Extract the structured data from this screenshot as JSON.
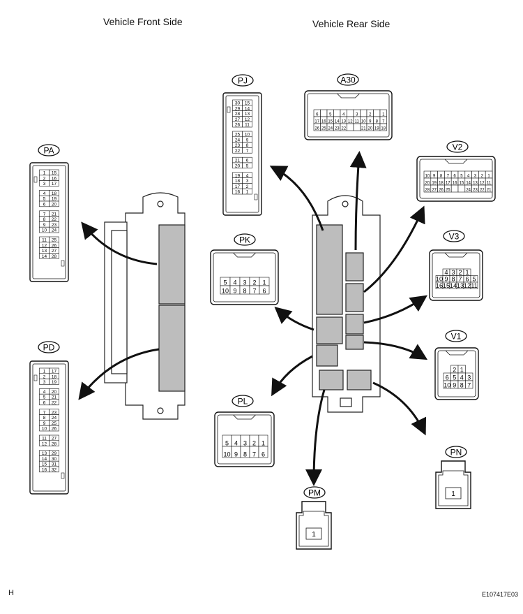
{
  "headings": {
    "front": "Vehicle Front Side",
    "rear": "Vehicle Rear Side"
  },
  "footer": {
    "left": "H",
    "right": "E107417E03"
  },
  "connectors": {
    "PA": {
      "label": "PA",
      "rows": [
        [
          "1",
          "15"
        ],
        [
          "2",
          "16"
        ],
        [
          "3",
          "17"
        ],
        [
          "4",
          "18"
        ],
        [
          "5",
          "19"
        ],
        [
          "6",
          "20"
        ],
        [
          "7",
          "21"
        ],
        [
          "8",
          "22"
        ],
        [
          "9",
          "23"
        ],
        [
          "10",
          "24"
        ],
        [
          "11",
          "25"
        ],
        [
          "12",
          "26"
        ],
        [
          "13",
          "27"
        ],
        [
          "14",
          "28"
        ]
      ]
    },
    "PD": {
      "label": "PD",
      "rows": [
        [
          "1",
          "17"
        ],
        [
          "2",
          "18"
        ],
        [
          "3",
          "19"
        ],
        [
          "4",
          "20"
        ],
        [
          "5",
          "21"
        ],
        [
          "6",
          "22"
        ],
        [
          "7",
          "23"
        ],
        [
          "8",
          "24"
        ],
        [
          "9",
          "25"
        ],
        [
          "10",
          "26"
        ],
        [
          "11",
          "27"
        ],
        [
          "12",
          "28"
        ],
        [
          "13",
          "29"
        ],
        [
          "14",
          "30"
        ],
        [
          "15",
          "31"
        ],
        [
          "16",
          "32"
        ]
      ]
    },
    "PJ": {
      "label": "PJ",
      "rows": [
        [
          "30",
          "15"
        ],
        [
          "29",
          "14"
        ],
        [
          "28",
          "13"
        ],
        [
          "27",
          "12"
        ],
        [
          "26",
          "11"
        ],
        [
          "25",
          "10"
        ],
        [
          "24",
          "9"
        ],
        [
          "23",
          "8"
        ],
        [
          "22",
          "7"
        ],
        [
          "21",
          "6"
        ],
        [
          "20",
          "5"
        ],
        [
          "19",
          "4"
        ],
        [
          "18",
          "3"
        ],
        [
          "17",
          "2"
        ],
        [
          "16",
          "1"
        ]
      ]
    },
    "PK": {
      "label": "PK",
      "rows": [
        [
          "5",
          "4",
          "3",
          "2",
          "1"
        ],
        [
          "10",
          "9",
          "8",
          "7",
          "6"
        ]
      ]
    },
    "PL": {
      "label": "PL",
      "rows": [
        [
          "5",
          "4",
          "3",
          "2",
          "1"
        ],
        [
          "10",
          "9",
          "8",
          "7",
          "6"
        ]
      ]
    },
    "PM": {
      "label": "PM",
      "rows": [
        [
          "1"
        ]
      ]
    },
    "PN": {
      "label": "PN",
      "rows": [
        [
          "1"
        ]
      ]
    },
    "A30": {
      "label": "A30",
      "rows": [
        [
          "6",
          "",
          "5",
          "",
          "4",
          "",
          "3",
          "",
          "2",
          "",
          "1"
        ],
        [
          "17",
          "16",
          "15",
          "14",
          "13",
          "12",
          "11",
          "10",
          "9",
          "8",
          "7"
        ],
        [
          "26",
          "25",
          "24",
          "23",
          "22",
          "",
          "",
          "21",
          "20",
          "19",
          "18"
        ]
      ]
    },
    "V2": {
      "label": "V2",
      "rows": [
        [
          "10",
          "9",
          "8",
          "7",
          "6",
          "5",
          "4",
          "3",
          "2",
          "1"
        ],
        [
          "20",
          "19",
          "18",
          "17",
          "16",
          "15",
          "14",
          "13",
          "12",
          "11"
        ],
        [
          "28",
          "27",
          "26",
          "25",
          "",
          "",
          "24",
          "23",
          "22",
          "21"
        ]
      ]
    },
    "V3": {
      "label": "V3",
      "rows": [
        [
          "4",
          "3",
          "2",
          "1"
        ],
        [
          "10",
          "9",
          "8",
          "7",
          "6",
          "5"
        ],
        [
          "16",
          "15",
          "14",
          "13",
          "12",
          "11"
        ]
      ]
    },
    "V1": {
      "label": "V1",
      "rows": [
        [
          "2",
          "1"
        ],
        [
          "6",
          "5",
          "4",
          "3"
        ],
        [
          "10",
          "9",
          "8",
          "7"
        ]
      ]
    }
  }
}
